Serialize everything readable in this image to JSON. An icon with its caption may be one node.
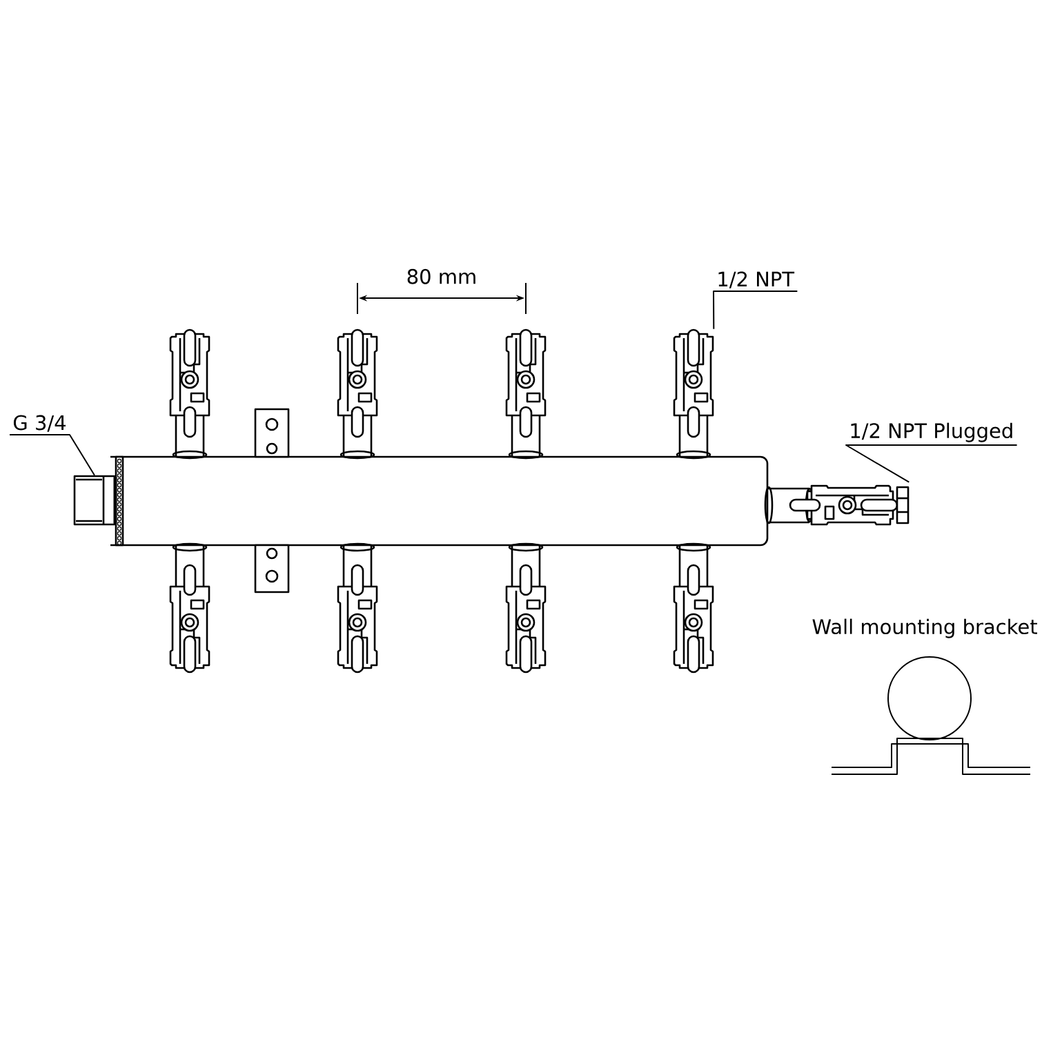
{
  "diagram": {
    "nodes": [
      {
        "text": [
          "G 3/4"
        ]
      },
      {
        "text": [],
        "shape": "box"
      },
      {
        "text": [
          "1/2 NPT"
        ]
      },
      {
        "text": [],
        "shape": "picture"
      },
      {
        "text": [
          "1/2 NPT Plugged"
        ]
      },
      {
        "text": [],
        "shape": "picture"
      }
    ],
    "edges": [
      {
        "from": 0,
        "to": 1,
        "arrow": "none"
      },
      {
        "from": 2,
        "to": 3,
        "arrow": "none"
      },
      {
        "from": 4,
        "to": 5,
        "arrow": "none"
      }
    ],
    "labels": [
      "80 mm",
      "Wall mounting bracket"
    ]
  }
}
